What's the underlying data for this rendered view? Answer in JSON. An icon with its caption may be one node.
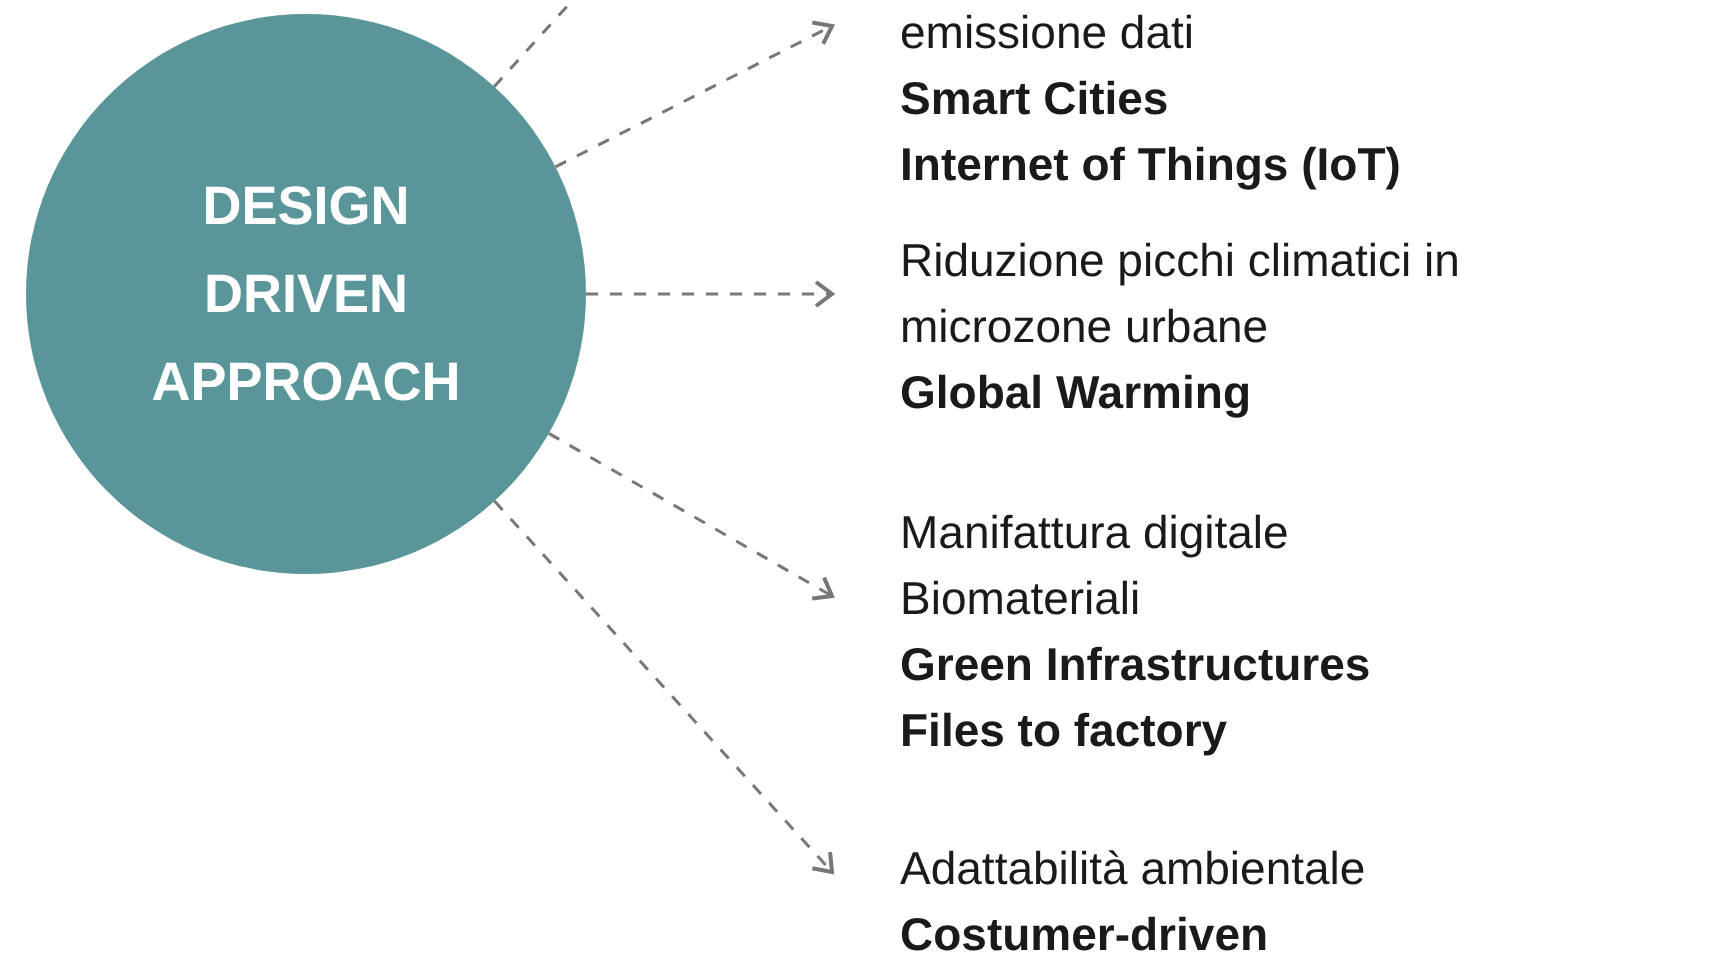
{
  "diagram": {
    "nodes": [
      {
        "text": [
          "DESIGN DRIVEN APPROACH"
        ]
      },
      {
        "text": [
          "emissione dati",
          "Smart Cities",
          "Internet of Things (IoT)"
        ]
      },
      {
        "text": [
          "Riduzione picchi climatici in microzone urbane",
          "Global Warming"
        ]
      },
      {
        "text": [
          "Manifattura digitale",
          "Biomateriali",
          "Green Infrastructures",
          "Files to factory"
        ]
      },
      {
        "text": [
          "Adattabilità ambientale",
          "Costumer-driven"
        ]
      }
    ],
    "edges": [
      {
        "from": 0,
        "to": null,
        "arrow": "to"
      },
      {
        "from": 0,
        "to": 1,
        "arrow": "to"
      },
      {
        "from": 0,
        "to": 2,
        "arrow": "to"
      },
      {
        "from": 0,
        "to": 3,
        "arrow": "to"
      },
      {
        "from": 0,
        "to": 4,
        "arrow": "to"
      }
    ]
  }
}
